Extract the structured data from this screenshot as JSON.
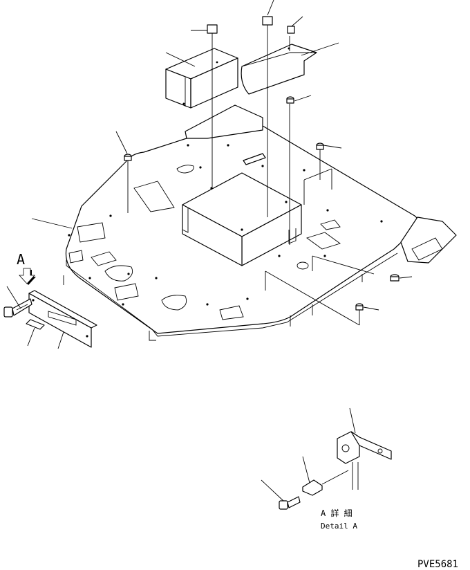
{
  "view_marker": "A",
  "detail_caption_ja": "A 詳 細",
  "detail_caption_en": "Detail A",
  "drawing_code": "PVE5681"
}
